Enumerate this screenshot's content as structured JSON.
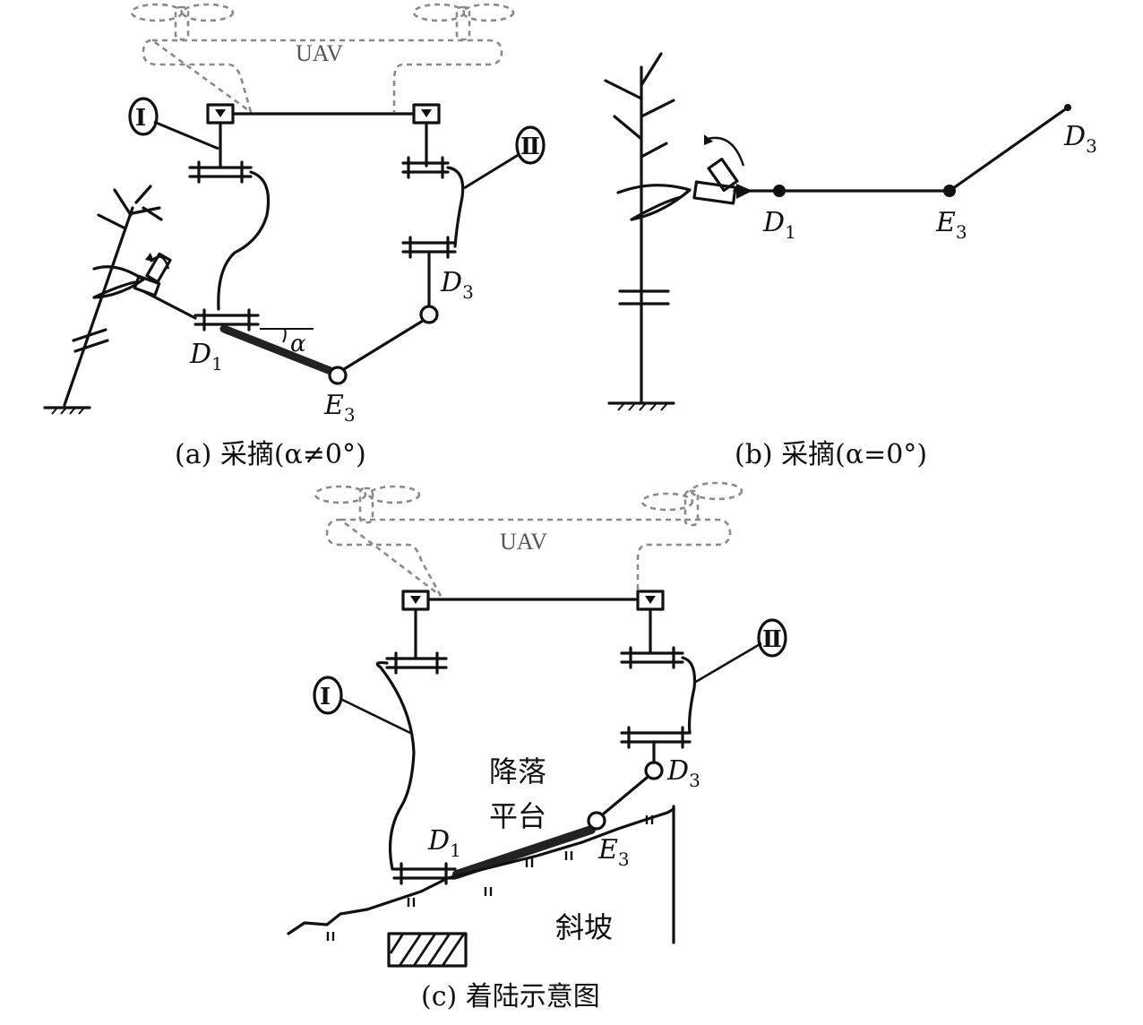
{
  "diagram": {
    "uav_label": "UAV",
    "roman_one": "Ⅰ",
    "roman_two": "Ⅱ",
    "joints": {
      "d_main": "D",
      "d_sub1": "1",
      "d_sub3": "3",
      "e_main": "E",
      "e_sub3": "3",
      "alpha": "α"
    },
    "captions": {
      "a": "(a) 采摘(α≠0°)",
      "b": "(b) 采摘(α=0°)",
      "c": "(c) 着陆示意图"
    },
    "landing_platform": [
      "降落",
      "平台"
    ],
    "slope": "斜坡"
  }
}
